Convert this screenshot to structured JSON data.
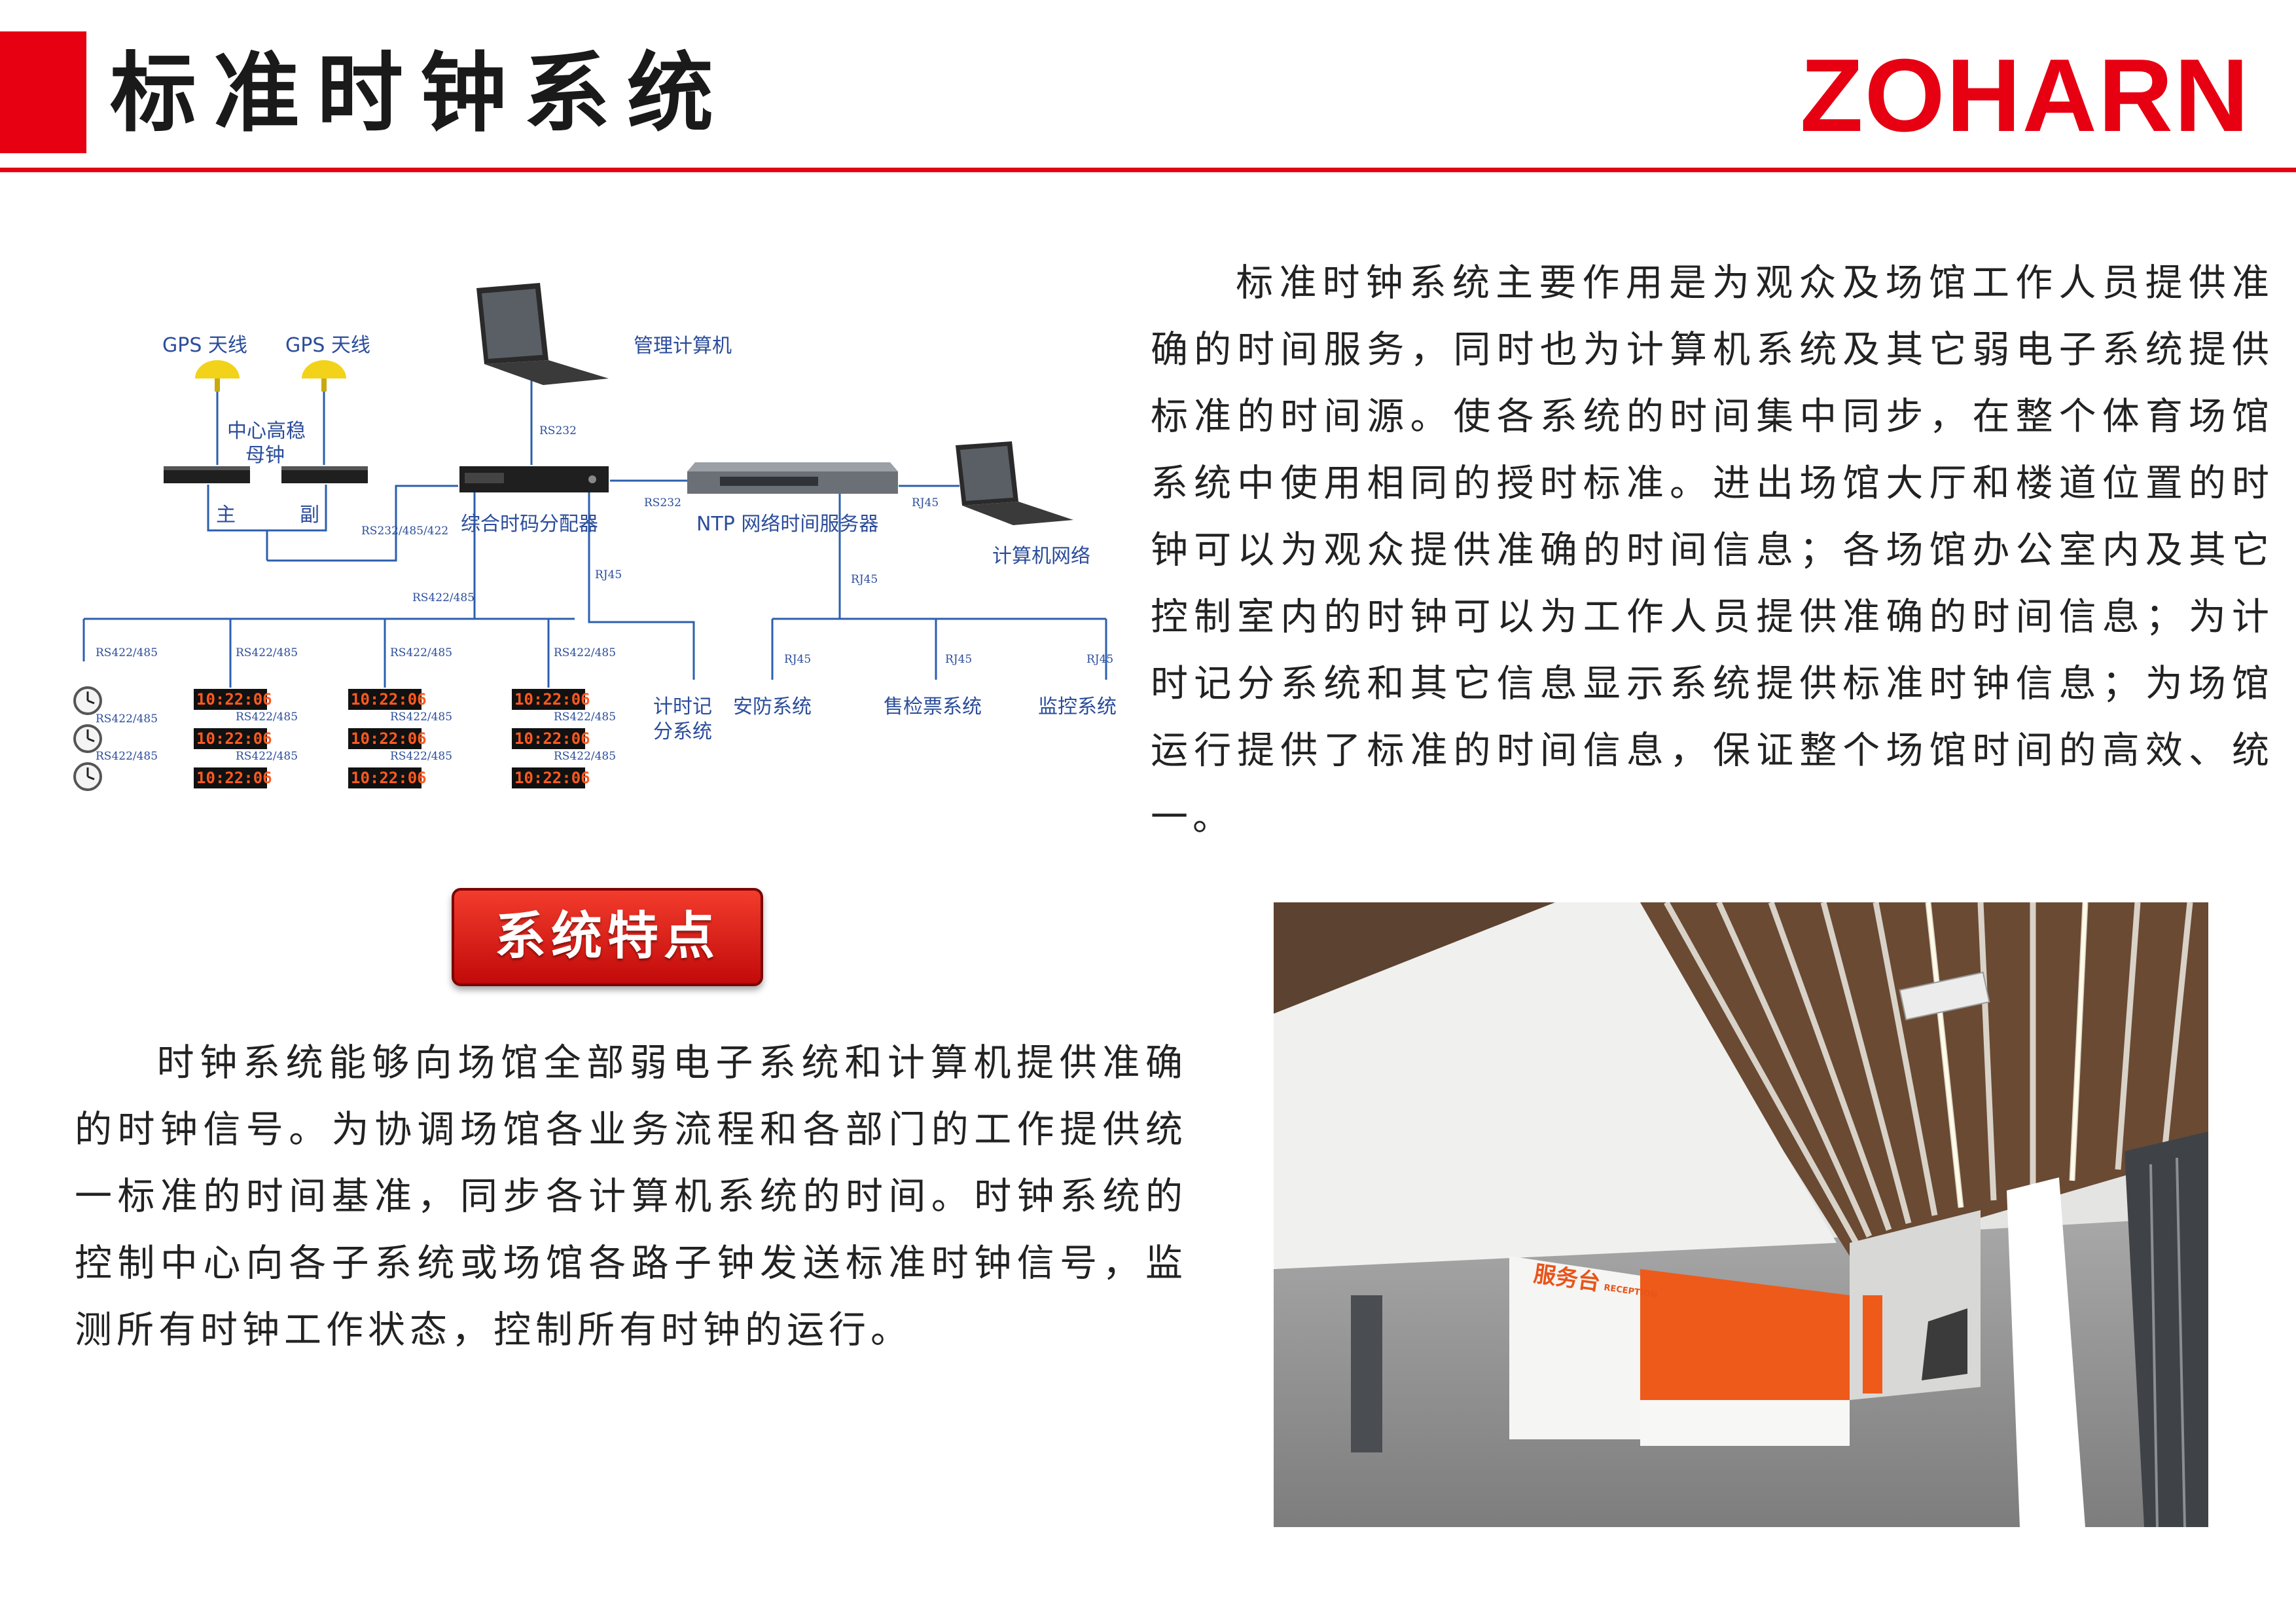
{
  "header": {
    "title": "标准时钟系统",
    "logo_text": "ZOHARN",
    "accent_color": "#e60012"
  },
  "intro_paragraph": "标准时钟系统主要作用是为观众及场馆工作人员提供准确的时间服务，同时也为计算机系统及其它弱电子系统提供标准的时间源。使各系统的时间集中同步，在整个体育场馆系统中使用相同的授时标准。进出场馆大厅和楼道位置的时钟可以为观众提供准确的时间信息；各场馆办公室内及其它控制室内的时钟可以为工作人员提供准确的时间信息；为计时记分系统和其它信息显示系统提供标准时钟信息；为场馆运行提供了标准的时间信息，保证整个场馆时间的高效、统一。",
  "diagram": {
    "gps_antenna_1": "GPS 天线",
    "gps_antenna_2": "GPS 天线",
    "master_clock_line1": "中心高稳",
    "master_clock_line2": "母钟",
    "primary": "主",
    "secondary": "副",
    "management_pc": "管理计算机",
    "distributor": "综合时码分配器",
    "ntp_server": "NTP 网络时间服务器",
    "computer_network": "计算机网络",
    "timing_scoring_line1": "计时记",
    "timing_scoring_line2": "分系统",
    "security_system": "安防系统",
    "ticketing_system": "售检票系统",
    "monitoring_system": "监控系统",
    "port_rs232": "RS232",
    "port_rs232_485_422": "RS232/485/422",
    "port_rs422_485": "RS422/485",
    "port_rj45": "RJ45",
    "clock_reading": "10:22:06"
  },
  "features_button_label": "系统特点",
  "features_paragraph": "时钟系统能够向场馆全部弱电子系统和计算机提供准确 的时钟信号。为协调场馆各业务流程和各部门的工作提供统一标准的时间基准，同步各计算机系统的时间。时钟系统的控制中心向各子系统或场馆各路子钟发送标准时钟信号，监测所有时钟工作状态，控制所有时钟的运行。",
  "photo": {
    "sign_text": "服务台",
    "sign_subtext": "RECEPTION"
  }
}
